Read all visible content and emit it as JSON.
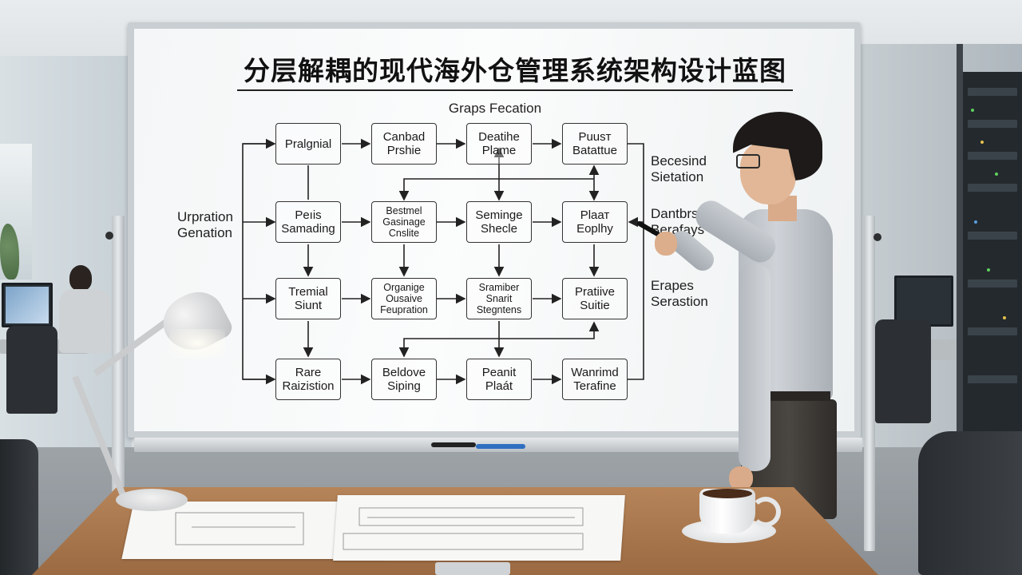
{
  "whiteboard": {
    "title": "分层解耦的现代海外仓管理系统架构设计蓝图",
    "subtitle": "Graps Fecation",
    "side_labels": {
      "left": "Urpration\nGenation",
      "right_top": "Becesind\nSietation",
      "right_middle": "Dantbrsation\nBerafays",
      "right_bottom": "Erapes\nSerastion"
    },
    "rows": [
      [
        "Pralgnial",
        "Canbad\nPrshie",
        "Deatihe\nPlame",
        "Puusт\nBatattue"
      ],
      [
        "Peıis\nSamading",
        "Bestmel\nGasinage\nCnslite",
        "Seminge\nShecle",
        "Plaат\nEoplhy"
      ],
      [
        "Tremial\nSiunt",
        "Organige\nOusaive\nFeupration",
        "Sramiber\nSnarit\nStegntens",
        "Pratiive\nSuitie"
      ],
      [
        "Rare\nRaizistion",
        "Beldove\nSiping",
        "Peanit\nPlaát",
        "Wanrimd\nTerafine"
      ]
    ]
  }
}
